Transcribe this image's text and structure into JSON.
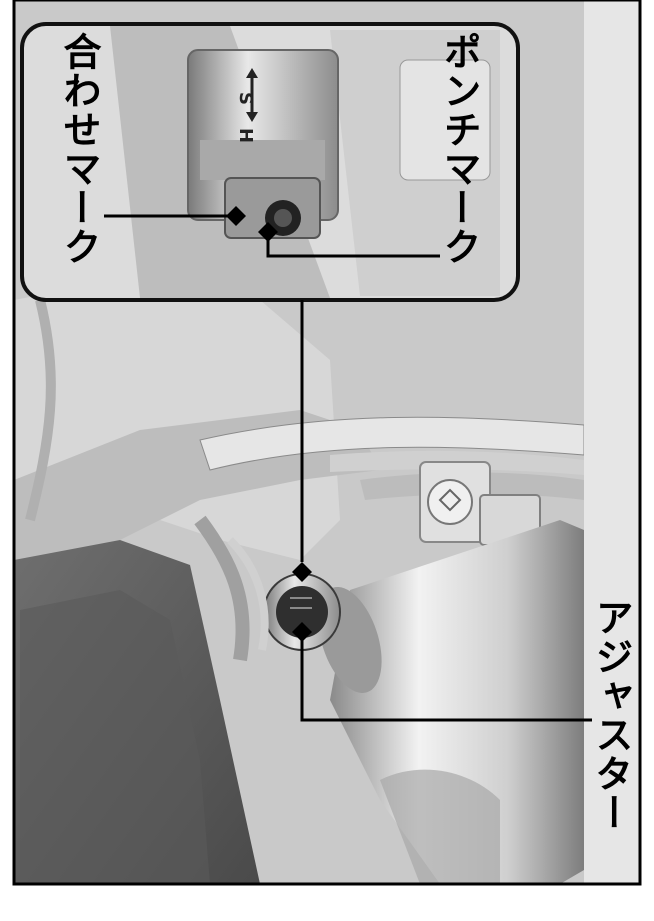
{
  "labels": {
    "alignment_mark": "合わせマーク",
    "punch_mark": "ポンチマーク",
    "adjuster": "アジャスター"
  },
  "knob_markings": {
    "soft": "S",
    "hard": "H"
  },
  "colors": {
    "frame": "#000000",
    "page_background": "#ffffff",
    "photo_base": "#c9c9c9",
    "inset_background": "#dcdcdc",
    "label_strip": "#e6e6e6"
  }
}
